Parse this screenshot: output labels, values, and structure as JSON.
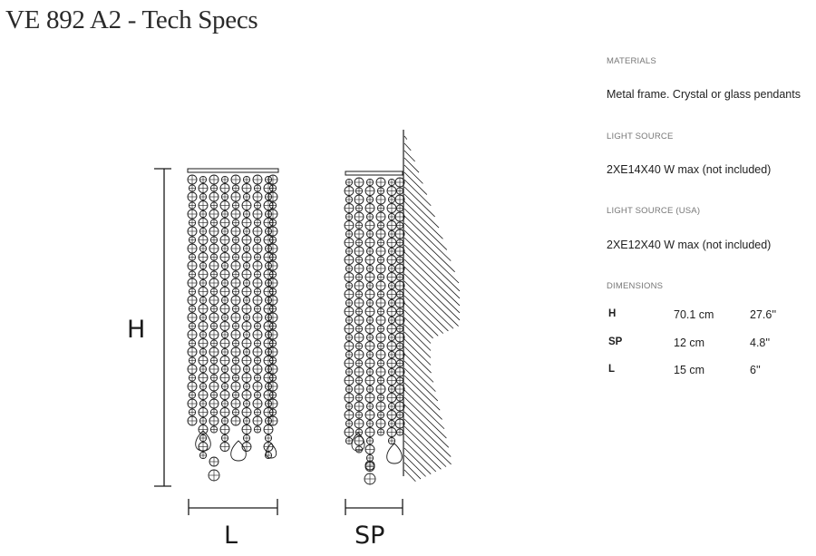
{
  "title": "VE 892 A2 - Tech Specs",
  "drawing": {
    "dim_h": "H",
    "dim_l": "L",
    "dim_sp": "SP"
  },
  "specs": {
    "materials_label": "MATERIALS",
    "materials_value": "Metal frame. Crystal or glass pendants",
    "light_source_label": "LIGHT SOURCE",
    "light_source_value": "2XE14X40 W max (not included)",
    "light_source_usa_label": "LIGHT SOURCE (USA)",
    "light_source_usa_value": "2XE12X40 W max (not included)",
    "dimensions_label": "DIMENSIONS",
    "dimensions": [
      {
        "key": "H",
        "cm": "70.1 cm",
        "in": "27.6''"
      },
      {
        "key": "SP",
        "cm": "12 cm",
        "in": "4.8''"
      },
      {
        "key": "L",
        "cm": "15 cm",
        "in": "6''"
      }
    ]
  }
}
